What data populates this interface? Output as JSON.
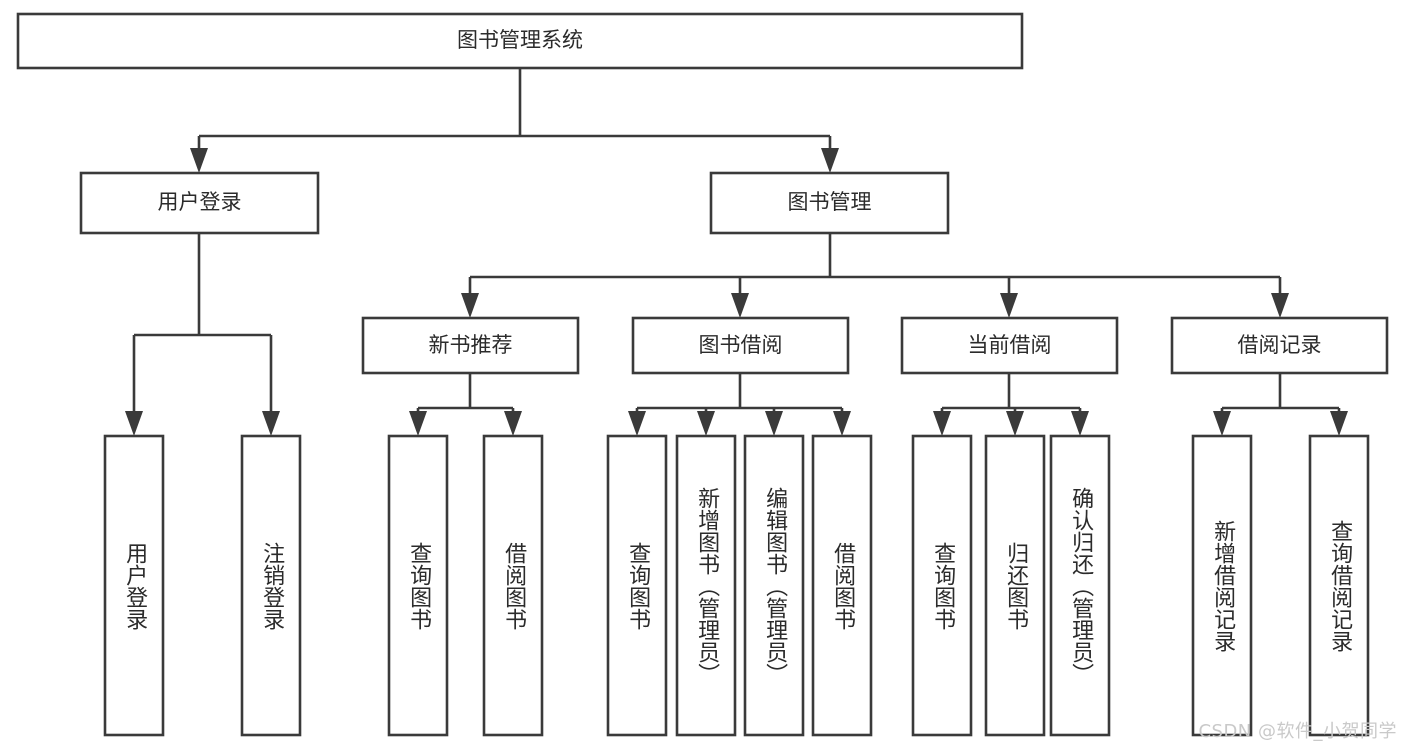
{
  "diagram": {
    "title": "图书管理系统",
    "type": "tree-hierarchy",
    "watermark": "CSDN @软件_小贺同学",
    "colors": {
      "stroke": "#3a3a3a",
      "box_fill": "#ffffff",
      "text": "#2b2b2b",
      "background": "#ffffff",
      "watermark": "#c9c9c9"
    },
    "root": {
      "label": "图书管理系统"
    },
    "level2": [
      {
        "label": "用户登录"
      },
      {
        "label": "图书管理"
      }
    ],
    "level3": [
      {
        "label": "新书推荐"
      },
      {
        "label": "图书借阅"
      },
      {
        "label": "当前借阅"
      },
      {
        "label": "借阅记录"
      }
    ],
    "leaves": {
      "user_login": [
        {
          "label": "用户登录"
        },
        {
          "label": "注销登录"
        }
      ],
      "new_book_recommend": [
        {
          "label": "查询图书"
        },
        {
          "label": "借阅图书"
        }
      ],
      "book_borrow": [
        {
          "label": "查询图书"
        },
        {
          "label": "新增图书（管理员）"
        },
        {
          "label": "编辑图书（管理员）"
        },
        {
          "label": "借阅图书"
        }
      ],
      "current_borrow": [
        {
          "label": "查询图书"
        },
        {
          "label": "归还图书"
        },
        {
          "label": "确认归还（管理员）"
        }
      ],
      "borrow_records": [
        {
          "label": "新增借阅记录"
        },
        {
          "label": "查询借阅记录"
        }
      ]
    }
  }
}
